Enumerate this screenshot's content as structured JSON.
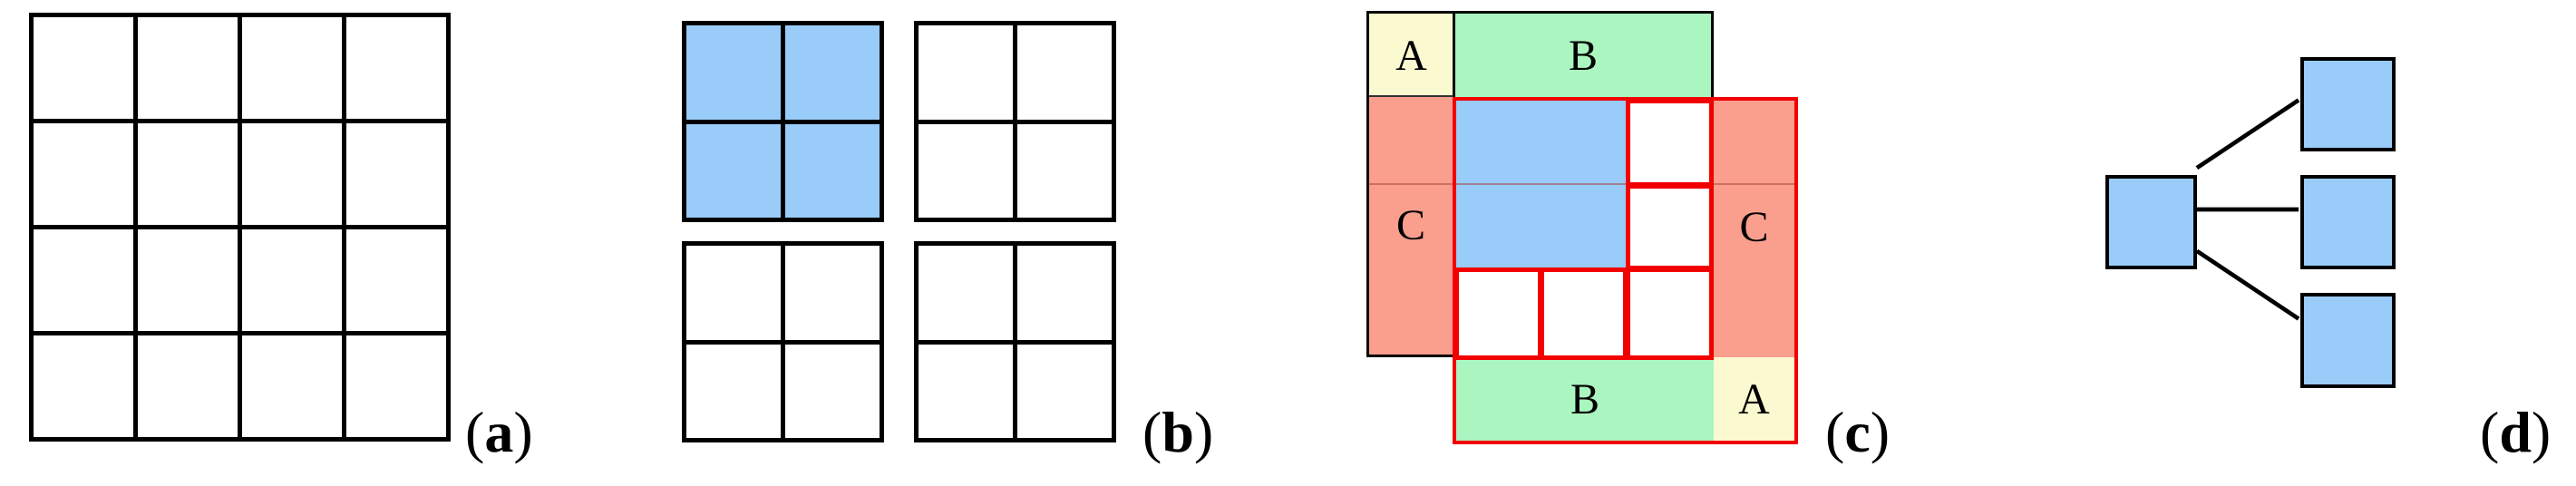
{
  "figure_labels": {
    "a": {
      "open": "(",
      "letter": "a",
      "close": ")"
    },
    "b": {
      "open": "(",
      "letter": "b",
      "close": ")"
    },
    "c": {
      "open": "(",
      "letter": "c",
      "close": ")"
    },
    "d": {
      "open": "(",
      "letter": "d",
      "close": ")"
    }
  },
  "region_labels": {
    "top_a": "A",
    "top_b": "B",
    "left_c": "C",
    "right_c": "C",
    "bottom_b": "B",
    "bottom_a": "A"
  },
  "colors": {
    "blue": "#99CCF9",
    "green": "#AAF5C0",
    "yellow": "#FBF9D0",
    "salmon": "#FA9E8D",
    "red": "#F20000",
    "black": "#000000",
    "white": "#FFFFFF"
  },
  "grids": {
    "a": {
      "rows": 4,
      "cols": 4,
      "cell_color": "#FFFFFF"
    },
    "b1": {
      "rows": 2,
      "cols": 2,
      "cell_color": "#99CCF9"
    },
    "b2": {
      "rows": 2,
      "cols": 2,
      "cell_color": "#FFFFFF"
    },
    "b3": {
      "rows": 2,
      "cols": 2,
      "cell_color": "#FFFFFF"
    },
    "b4": {
      "rows": 2,
      "cols": 2,
      "cell_color": "#FFFFFF"
    }
  }
}
